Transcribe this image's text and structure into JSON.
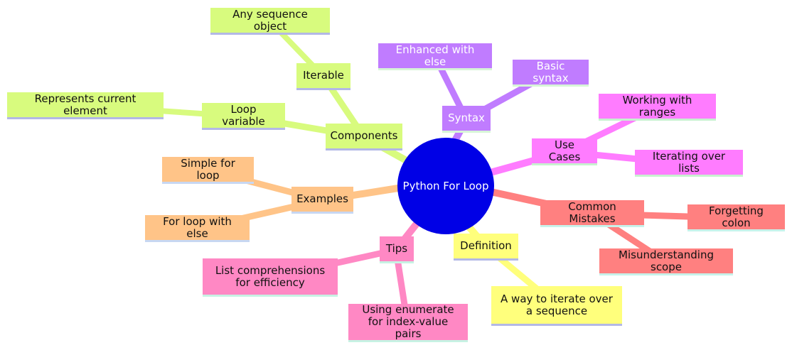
{
  "root": {
    "label": "Python For Loop",
    "color": "#0000e6"
  },
  "branches": {
    "components": {
      "label": "Components",
      "color": "#d8fb7e",
      "children": {
        "iterable": "Iterable",
        "loop_variable": "Loop variable"
      },
      "leaves": {
        "any_sequence": "Any sequence object",
        "represents": "Represents current element"
      }
    },
    "syntax": {
      "label": "Syntax",
      "color": "#c07cff",
      "children": {
        "enhanced": "Enhanced with else",
        "basic": "Basic syntax"
      }
    },
    "use_cases": {
      "label": "Use Cases",
      "color": "#ff7cff",
      "children": {
        "ranges": "Working with ranges",
        "lists": "Iterating over lists"
      }
    },
    "mistakes": {
      "label": "Common Mistakes",
      "color": "#ff8080",
      "children": {
        "colon": "Forgetting colon",
        "scope": "Misunderstanding scope"
      }
    },
    "definition": {
      "label": "Definition",
      "color": "#ffff7c",
      "children": {
        "iterate": "A way to iterate over a sequence"
      }
    },
    "tips": {
      "label": "Tips",
      "color": "#ff88c4",
      "children": {
        "comprehensions": "List comprehensions for efficiency",
        "enumerate": "Using enumerate for index-value pairs"
      }
    },
    "examples": {
      "label": "Examples",
      "color": "#ffc488",
      "children": {
        "simple": "Simple for loop",
        "with_else": "For loop with else"
      }
    }
  }
}
